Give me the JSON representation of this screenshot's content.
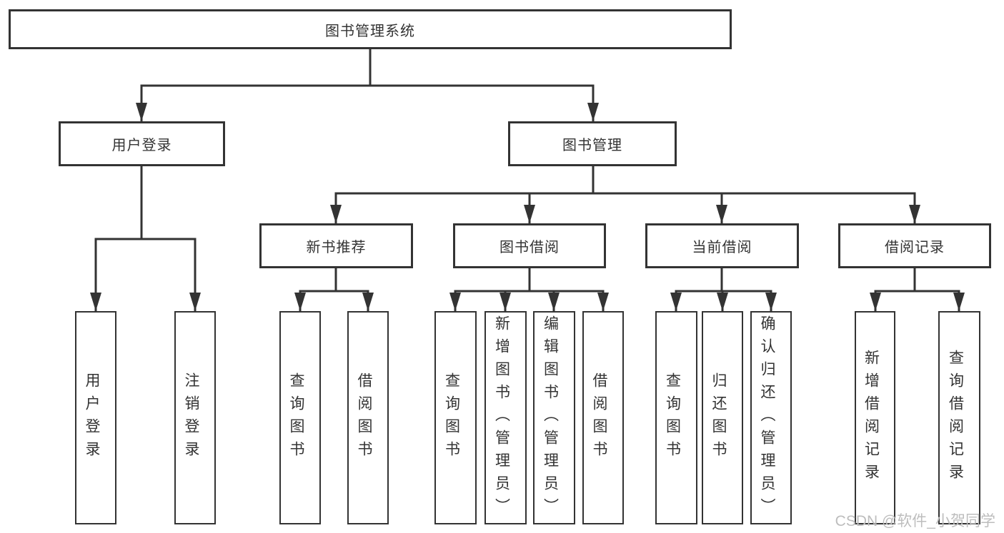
{
  "diagram": {
    "root": {
      "label": "图书管理系统"
    },
    "level2": [
      {
        "label": "用户登录",
        "children": [
          {
            "label": "用户登录"
          },
          {
            "label": "注销登录"
          }
        ]
      },
      {
        "label": "图书管理",
        "children": [
          {
            "label": "新书推荐",
            "children": [
              {
                "label": "查询图书"
              },
              {
                "label": "借阅图书"
              }
            ]
          },
          {
            "label": "图书借阅",
            "children": [
              {
                "label": "查询图书"
              },
              {
                "label": "新增图书（管理员）"
              },
              {
                "label": "编辑图书（管理员）"
              },
              {
                "label": "借阅图书"
              }
            ]
          },
          {
            "label": "当前借阅",
            "children": [
              {
                "label": "查询图书"
              },
              {
                "label": "归还图书"
              },
              {
                "label": "确认归还（管理员）"
              }
            ]
          },
          {
            "label": "借阅记录",
            "children": [
              {
                "label": "新增借阅记录"
              },
              {
                "label": "查询借阅记录"
              }
            ]
          }
        ]
      }
    ]
  },
  "watermark": {
    "text": "CSDN @软件_小贺同学"
  },
  "colors": {
    "line": "#333333",
    "text": "#333333",
    "box_background": "#ffffff",
    "background": "#ffffff",
    "watermark": "#bdbdbd"
  }
}
